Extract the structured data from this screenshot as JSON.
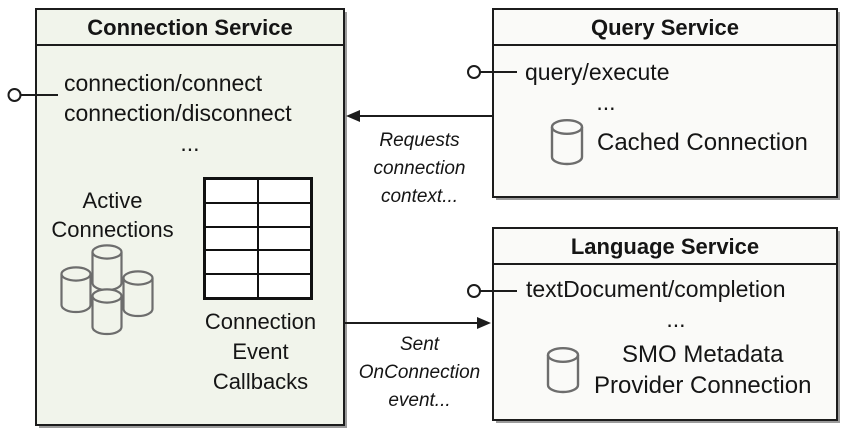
{
  "colors": {
    "canvas": "#ffffff",
    "box_border": "#1c1c1c",
    "connection_box_fill": "#f1f4eb",
    "service_box_fill": "#fafaf8",
    "box_shadow": "#9b9b9b",
    "cylinder_stroke": "#6d6d6d",
    "text": "#151515"
  },
  "connection_service": {
    "title": "Connection Service",
    "methods": [
      "connection/connect",
      "connection/disconnect",
      "..."
    ],
    "active_connections": {
      "lines": [
        "Active",
        "Connections"
      ]
    },
    "callback_table": {
      "rows": 5,
      "cols": 2
    },
    "callbacks_label": {
      "lines": [
        "Connection",
        "Event",
        "Callbacks"
      ]
    }
  },
  "query_service": {
    "title": "Query Service",
    "methods": [
      "query/execute",
      "..."
    ],
    "cached_connection_label": "Cached Connection"
  },
  "language_service": {
    "title": "Language Service",
    "methods": [
      "textDocument/completion",
      "..."
    ],
    "provider_connection_label": {
      "lines": [
        "SMO Metadata",
        "Provider Connection"
      ]
    }
  },
  "arrows": {
    "requests": {
      "lines": [
        "Requests",
        "connection",
        "context..."
      ]
    },
    "sent": {
      "lines": [
        "Sent",
        "OnConnection",
        "event..."
      ]
    }
  }
}
